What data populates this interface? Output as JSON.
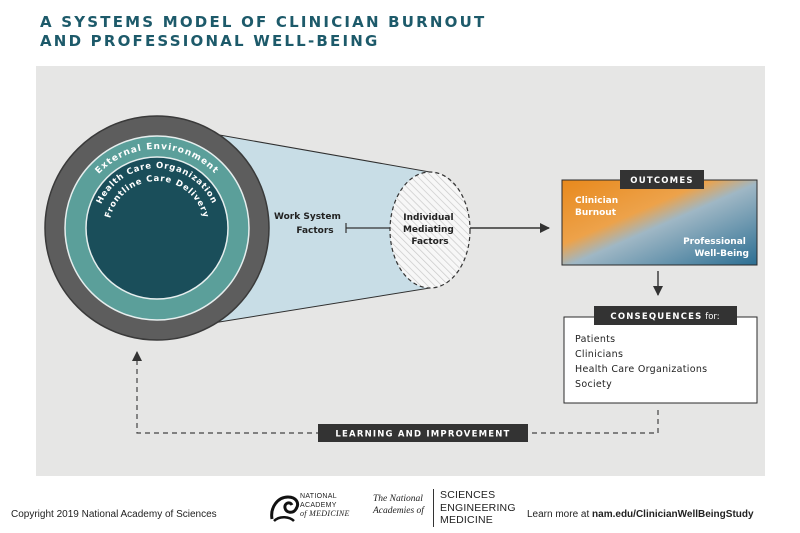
{
  "title": {
    "line1": "A SYSTEMS MODEL OF CLINICIAN BURNOUT",
    "line2": "AND PROFESSIONAL WELL-BEING"
  },
  "diagram": {
    "rings": {
      "outer": "External Environment",
      "middle": "Health Care Organization",
      "inner": "Frontline Care Delivery"
    },
    "work_system": {
      "line1": "Work System",
      "line2": "Factors"
    },
    "mediating": {
      "line1": "Individual",
      "line2": "Mediating",
      "line3": "Factors"
    },
    "outcomes": {
      "header": "OUTCOMES",
      "burnout_line1": "Clinician",
      "burnout_line2": "Burnout",
      "wellbeing_line1": "Professional",
      "wellbeing_line2": "Well-Being"
    },
    "consequences": {
      "header_main": "CONSEQUENCES",
      "header_suffix": " for:",
      "items": [
        "Patients",
        "Clinicians",
        "Health Care Organizations",
        "Society"
      ]
    },
    "feedback_label": "LEARNING AND IMPROVEMENT",
    "colors": {
      "outer_ring": "#5d5d5d",
      "middle_ring": "#5b9f9a",
      "inner_disc": "#1a4e5a",
      "cone": "#c8dde6",
      "burnout_orange": "#e8891c",
      "wellbeing_blue": "#2c6f93",
      "dark_box": "#333333"
    }
  },
  "footer": {
    "copyright": "Copyright 2019 National Academy of Sciences",
    "nam_line1": "NATIONAL",
    "nam_line2": "ACADEMY",
    "nam_line3": "of MEDICINE",
    "na_line1": "The National",
    "na_line2": "Academies of",
    "sem_line1": "SCIENCES",
    "sem_line2": "ENGINEERING",
    "sem_line3": "MEDICINE",
    "learn_prefix": "Learn more at ",
    "learn_url": "nam.edu/ClinicianWellBeingStudy"
  }
}
